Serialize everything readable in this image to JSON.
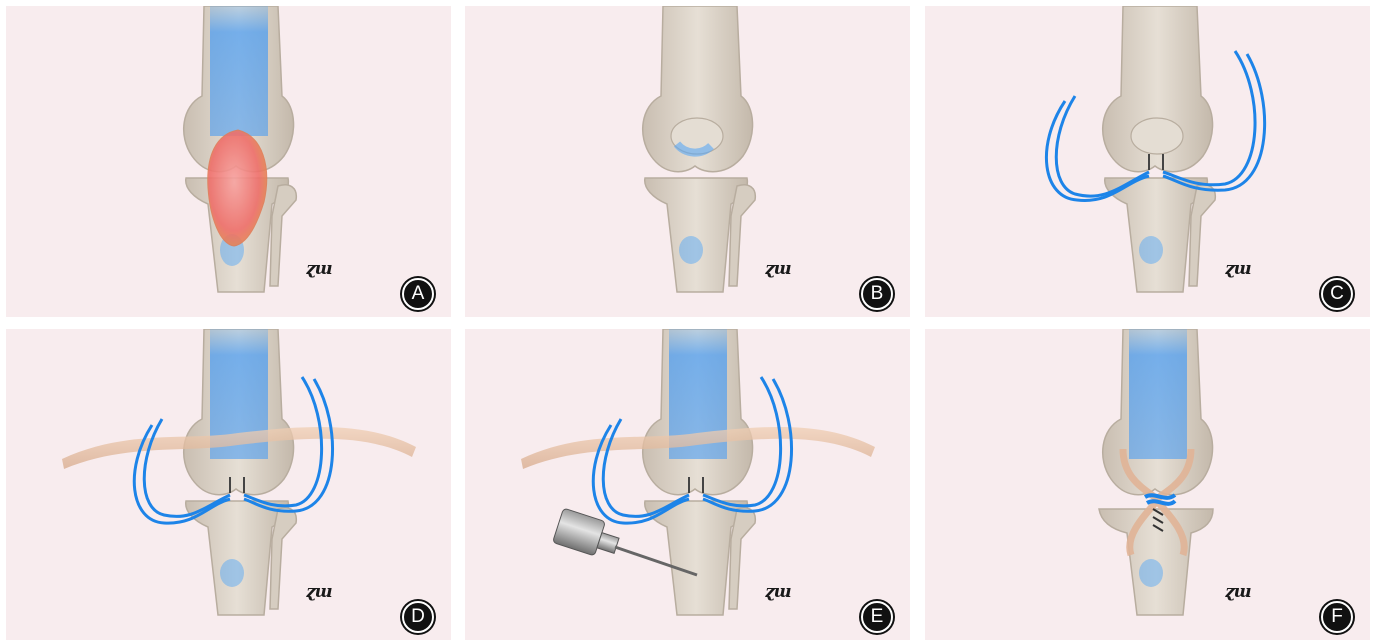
{
  "panels": [
    {
      "label": "A",
      "signature": "ɀɯ"
    },
    {
      "label": "B",
      "signature": "ɀɯ"
    },
    {
      "label": "C",
      "signature": "ɀɯ"
    },
    {
      "label": "D",
      "signature": "ɀɯ"
    },
    {
      "label": "E",
      "signature": "ɀɯ"
    },
    {
      "label": "F",
      "signature": "ɀɯ"
    }
  ],
  "colors": {
    "background": "#f8ecee",
    "bone": "#d9d1c6",
    "edema": "#5aa9f5",
    "suture": "#1d84e8",
    "graft": "#e7c1a2",
    "tumor": "#ef6f6a"
  }
}
